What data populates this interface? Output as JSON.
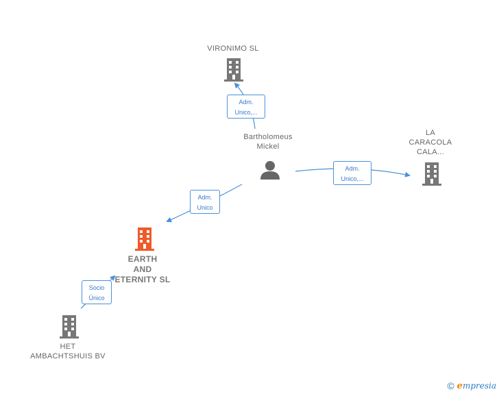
{
  "colors": {
    "edge": "#4a90d9",
    "company_icon": "#777777",
    "focus_icon": "#f05a28",
    "person_icon": "#666666"
  },
  "nodes": {
    "vironimo": {
      "label": "VIRONIMO  SL",
      "icon": "building-icon"
    },
    "bartholomeus": {
      "label": "Bartholomeus\nMickel",
      "icon": "person-icon"
    },
    "la_caracola": {
      "label": "LA\nCARACOLA\nCALA...",
      "icon": "building-icon"
    },
    "earth": {
      "label": "EARTH\nAND\nETERNITY  SL",
      "icon": "building-icon"
    },
    "het": {
      "label": "HET\nAMBACHTSHUIS BV",
      "icon": "building-icon"
    }
  },
  "edges": {
    "to_vironimo": "Adm.\nUnico,...",
    "to_la_caracola": "Adm.\nUnico,...",
    "to_earth": "Adm.\nUnico",
    "het_to_earth": "Socio\nÚnico"
  },
  "brand": {
    "copyright": "©",
    "e": "e",
    "rest": "mpresia"
  }
}
